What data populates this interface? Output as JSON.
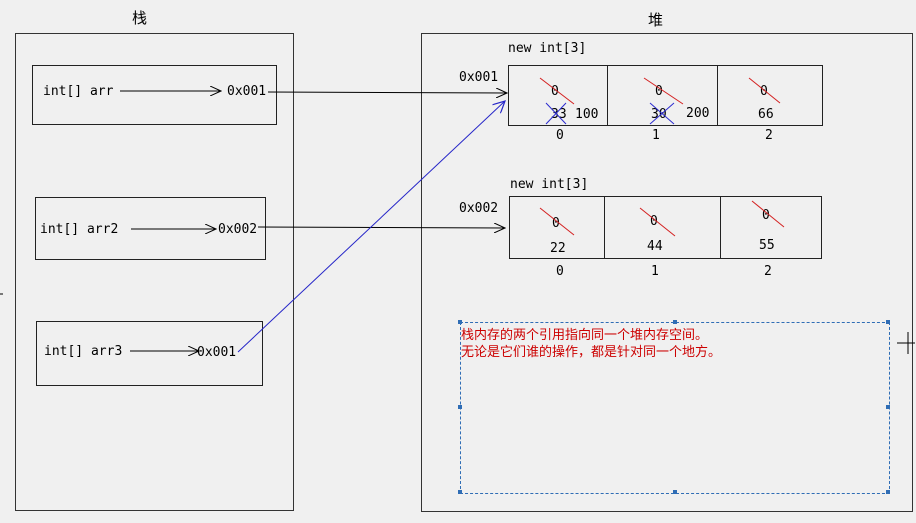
{
  "stack": {
    "title": "栈",
    "frames": [
      {
        "label": "int[] arr",
        "address": "0x001"
      },
      {
        "label": "int[] arr2",
        "address": "0x002"
      },
      {
        "label": "int[] arr3",
        "address": "0x001"
      }
    ]
  },
  "heap": {
    "title": "堆",
    "arrays": [
      {
        "header": "new int[3]",
        "address": "0x001",
        "cells": [
          {
            "index": "0",
            "old_values": [
              "0",
              "33"
            ],
            "value": "100"
          },
          {
            "index": "1",
            "old_values": [
              "0",
              "30"
            ],
            "value": "200"
          },
          {
            "index": "2",
            "old_values": [
              "0"
            ],
            "value": "66"
          }
        ]
      },
      {
        "header": "new int[3]",
        "address": "0x002",
        "cells": [
          {
            "index": "0",
            "old_values": [
              "0"
            ],
            "value": "22"
          },
          {
            "index": "1",
            "old_values": [
              "0"
            ],
            "value": "44"
          },
          {
            "index": "2",
            "old_values": [
              "0"
            ],
            "value": "55"
          }
        ]
      }
    ],
    "note_lines": [
      "栈内存的两个引用指向同一个堆内存空间。",
      "无论是它们谁的操作，都是针对同一个地方。"
    ]
  },
  "colors": {
    "background": "#f0f0f0",
    "strike_red": "#d42020",
    "strike_blue": "#2b2bd0",
    "pointer_blue": "#2525c8",
    "note_red": "#cc0000",
    "selection_border": "#2f6db5"
  }
}
